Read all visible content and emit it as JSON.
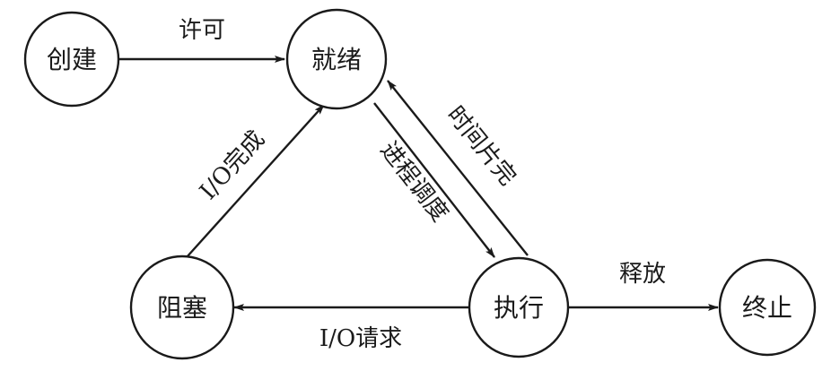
{
  "nodes": {
    "create": "创建",
    "ready": "就绪",
    "blocked": "阻塞",
    "running": "执行",
    "terminated": "终止"
  },
  "edges": {
    "admit": "许可",
    "io_complete": "I/O完成",
    "dispatch": "进程调度",
    "timeout": "时间片完",
    "io_request": "I/O请求",
    "release": "释放"
  },
  "colors": {
    "stroke": "#1a1a1a",
    "background": "#ffffff"
  }
}
